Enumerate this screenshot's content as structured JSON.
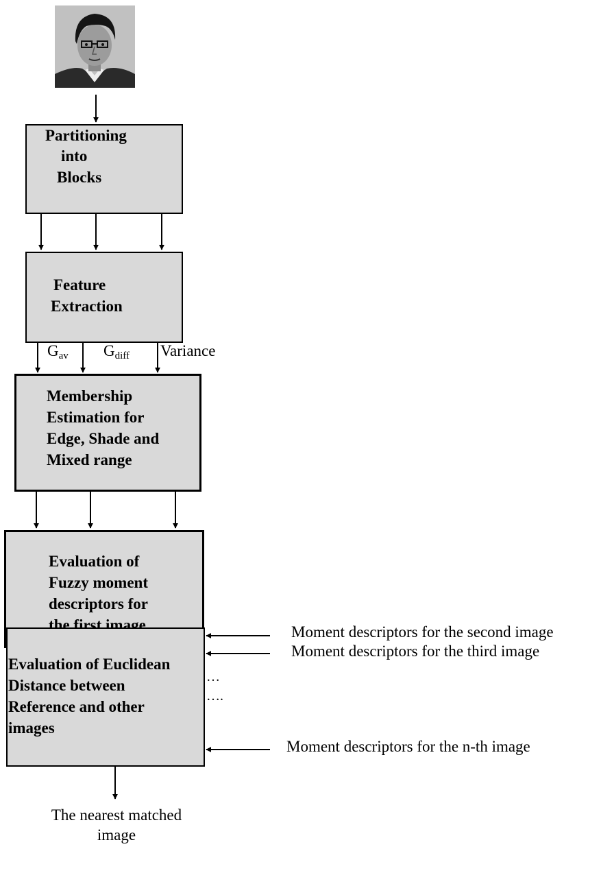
{
  "input_image": {
    "icon": "face-photo-icon"
  },
  "blocks": {
    "partition": {
      "lines": [
        "Partitioning",
        "into",
        "Blocks"
      ]
    },
    "feature": {
      "lines": [
        "Feature",
        "Extraction"
      ]
    },
    "membership": {
      "lines": [
        "Membership",
        "Estimation for",
        "Edge, Shade and",
        "Mixed range"
      ]
    },
    "fuzzy": {
      "lines": [
        "Evaluation of",
        "Fuzzy moment",
        "descriptors for",
        "the first image"
      ]
    },
    "euclid": {
      "lines": [
        "Evaluation of Euclidean",
        "Distance between",
        "Reference and other",
        "images"
      ]
    }
  },
  "features": {
    "g_av": {
      "base": "G",
      "sub": "av"
    },
    "g_diff": {
      "base": "G",
      "sub": "diff"
    },
    "variance": "Variance"
  },
  "side_inputs": {
    "second": "Moment descriptors for the second image",
    "third": "Moment descriptors for the third image",
    "dots1": "…",
    "dots2": "….",
    "nth": "Moment descriptors for the n-th image"
  },
  "output": {
    "lines": [
      "The nearest matched",
      "image"
    ]
  }
}
